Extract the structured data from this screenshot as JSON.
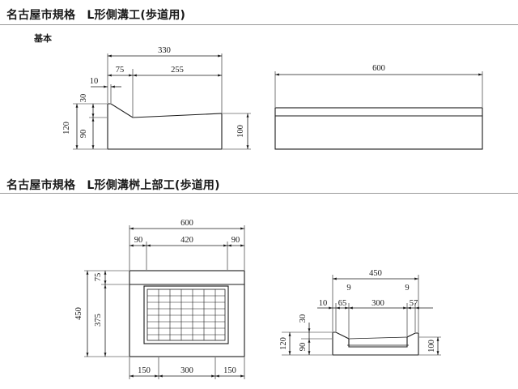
{
  "section1": {
    "title": "名古屋市規格　L形側溝工(歩道用)",
    "subtitle": "基本",
    "profile_dims": {
      "top_total": "330",
      "top_left": "75",
      "top_right": "255",
      "lip": "10",
      "slope_drop": "30",
      "height_total": "120",
      "height_low": "90",
      "height_right": "100"
    },
    "side_dims": {
      "length": "600"
    }
  },
  "section2": {
    "title": "名古屋市規格　L形側溝桝上部工(歩道用)",
    "plan_dims": {
      "width_total": "600",
      "top_left": "90",
      "top_mid": "420",
      "top_right": "90",
      "depth_total": "450",
      "depth_top": "75",
      "depth_rest": "375",
      "bottom_left": "150",
      "bottom_mid": "300",
      "bottom_right": "150"
    },
    "section_dims": {
      "total": "450",
      "gap_left": "9",
      "gap_right": "9",
      "lip": "10",
      "offset": "65",
      "opening": "300",
      "right_edge": "57",
      "slope_drop": "30",
      "height_total": "120",
      "height_low": "90",
      "height_right": "100"
    }
  }
}
